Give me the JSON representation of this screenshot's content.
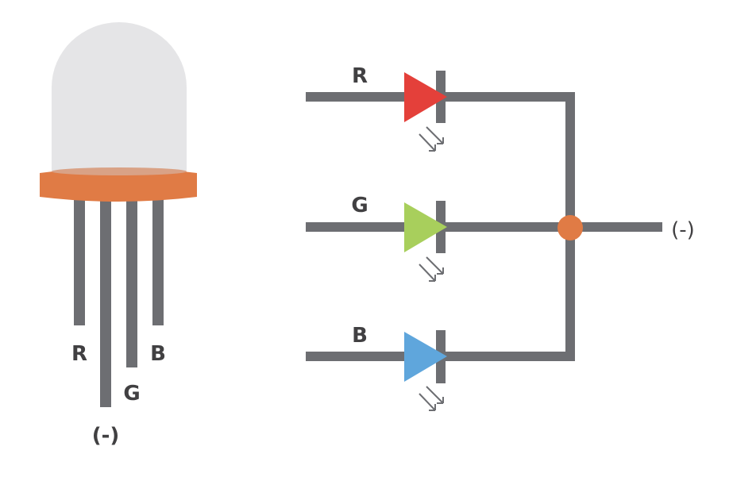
{
  "colors": {
    "wire": "#6d6e72",
    "base": "#e07b45",
    "dome": "#e5e5e7",
    "red": "#e4403a",
    "green": "#a8cf5c",
    "blue": "#5fa6dc",
    "junction": "#e07b45"
  },
  "led_component": {
    "pins": [
      {
        "label": "R"
      },
      {
        "label": "(-)"
      },
      {
        "label": "G"
      },
      {
        "label": "B"
      }
    ]
  },
  "schematic": {
    "diodes": [
      {
        "label": "R",
        "color": "red"
      },
      {
        "label": "G",
        "color": "green"
      },
      {
        "label": "B",
        "color": "blue"
      }
    ],
    "common_label": "(-)"
  }
}
